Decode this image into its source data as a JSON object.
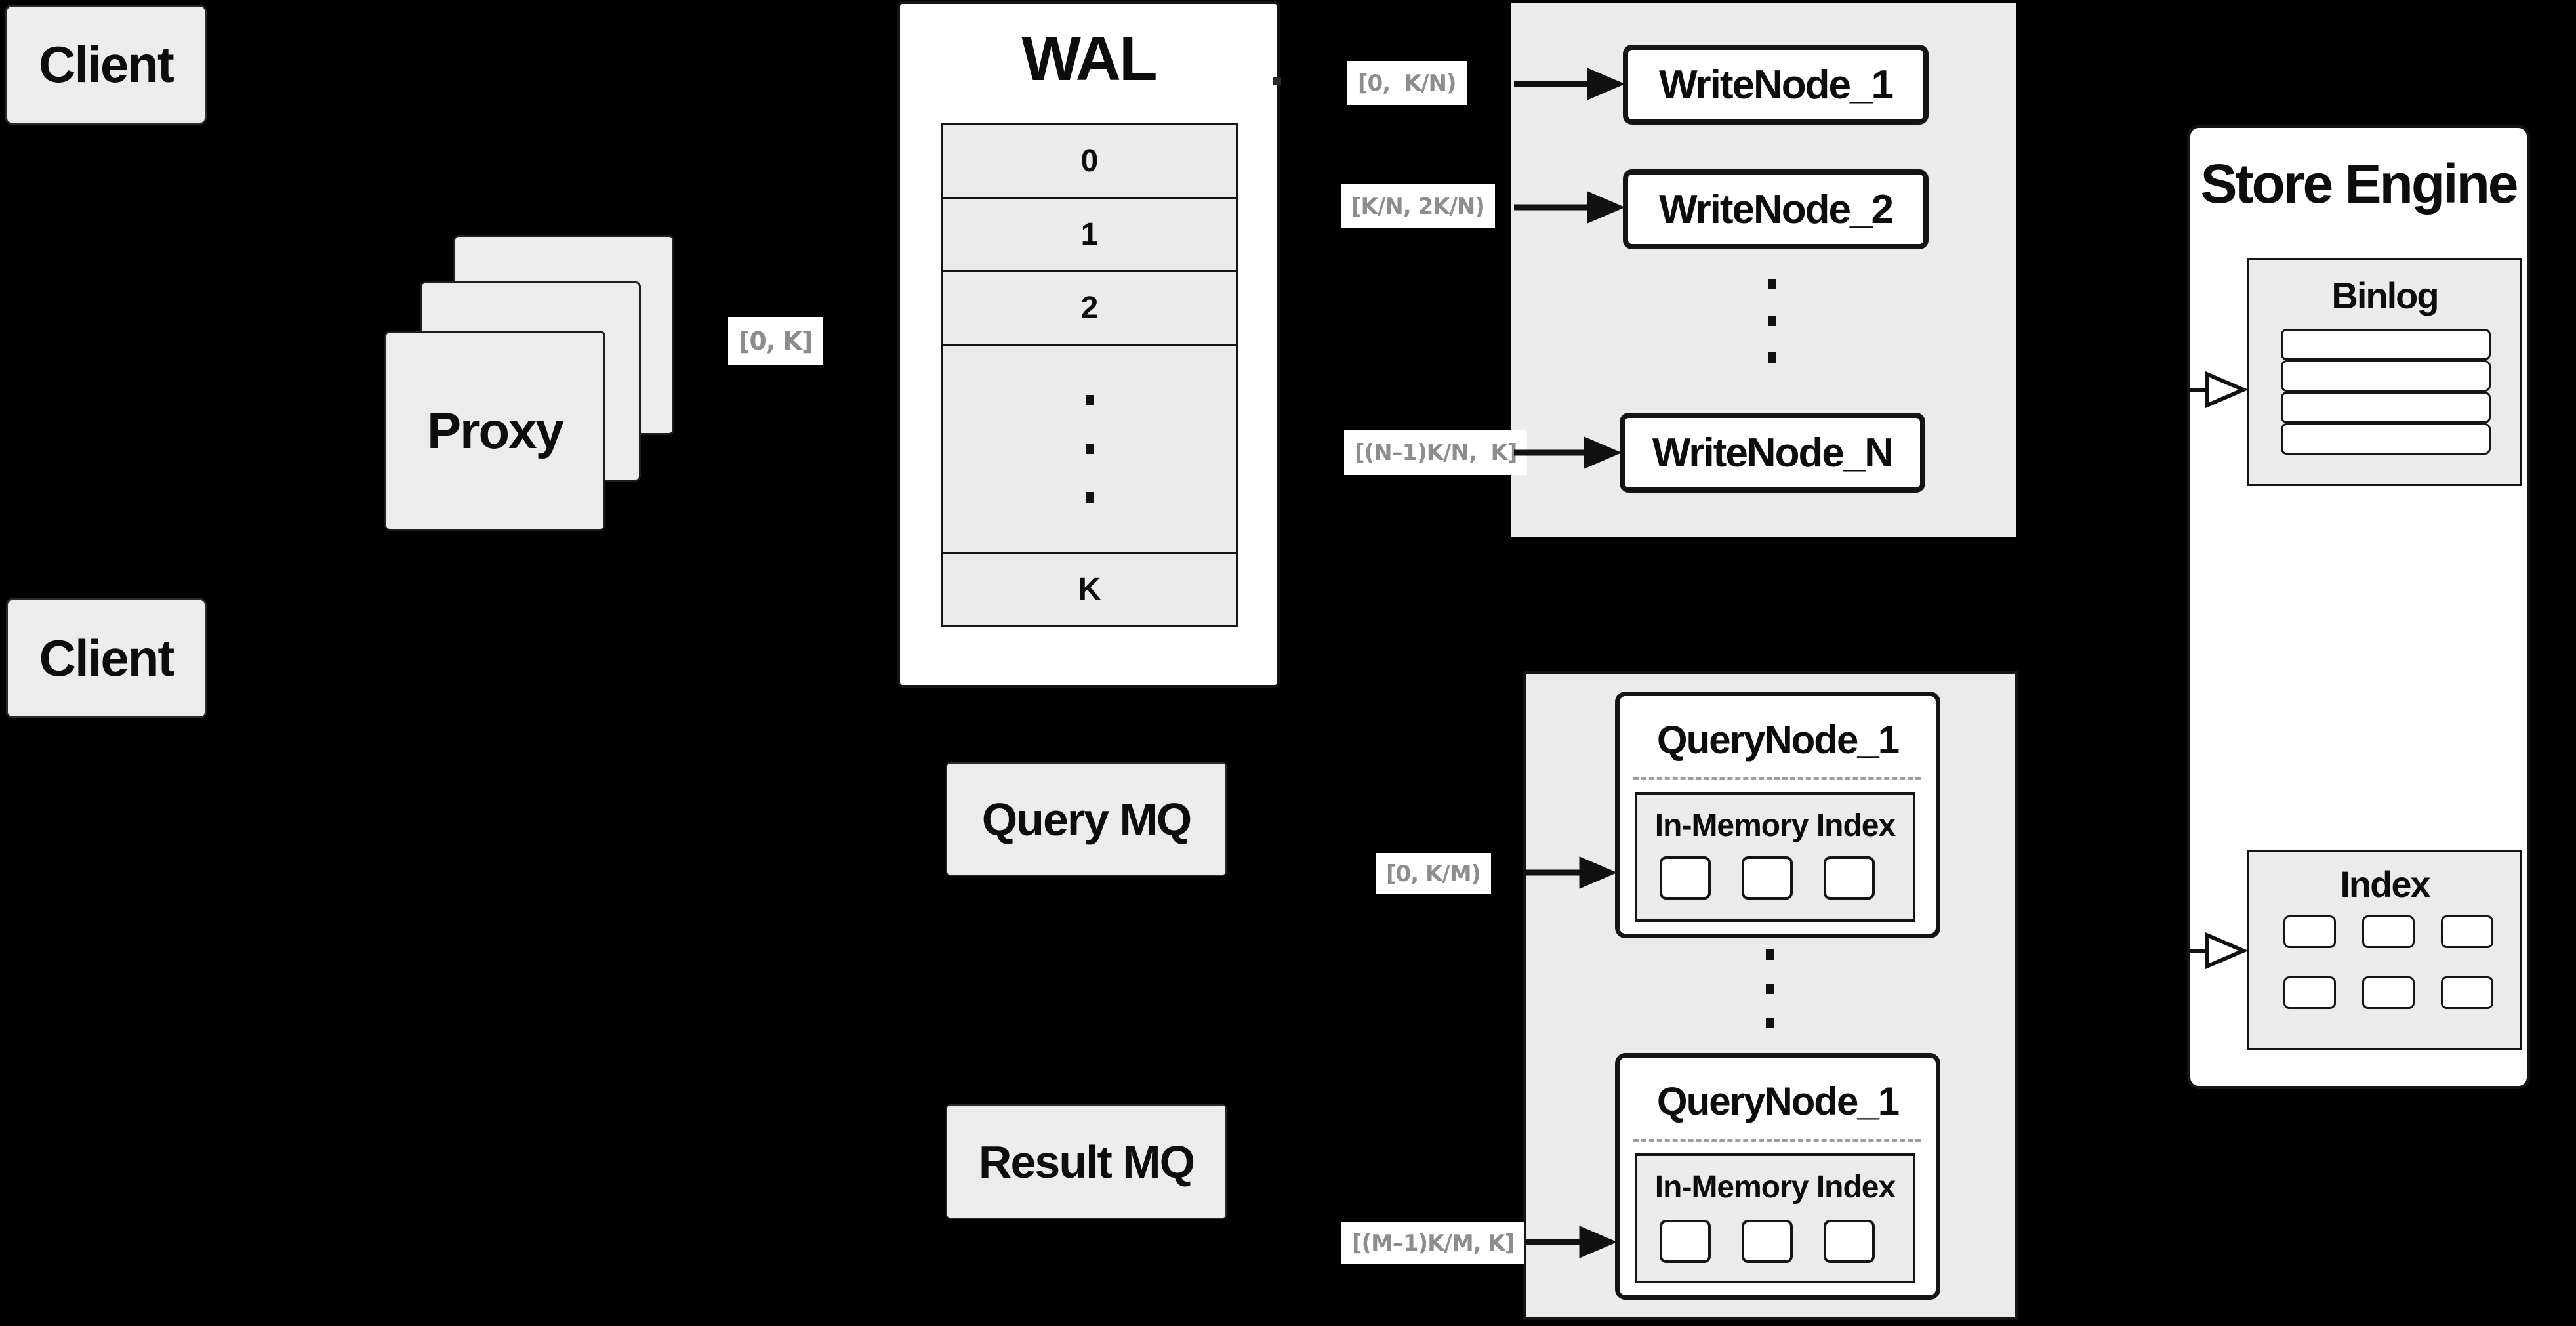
{
  "colors": {
    "background": "#000000",
    "panel_gray": "#ebebeb",
    "box_gray": "#ececec",
    "box_white": "#ffffff",
    "line_black": "#141414",
    "chip_text_gray": "#8d8d8d",
    "dash_gray": "#9e9e9e"
  },
  "clients": {
    "top": "Client",
    "bottom": "Client"
  },
  "proxy": {
    "label": "Proxy",
    "range": "[0, K]"
  },
  "wal": {
    "title": "WAL",
    "segments": [
      "0",
      "1",
      "2"
    ],
    "last_segment": "K"
  },
  "write_section": {
    "ranges": [
      "[0,  K/N)",
      "[K/N, 2K/N)",
      "[(N–1)K/N,  K]"
    ],
    "nodes": [
      "WriteNode_1",
      "WriteNode_2",
      "WriteNode_N"
    ]
  },
  "store_engine": {
    "title": "Store Engine",
    "binlog_title": "Binlog",
    "index_title": "Index"
  },
  "mq": {
    "query": "Query MQ",
    "result": "Result MQ"
  },
  "query_section": {
    "ranges": [
      "[0, K/M)",
      "[(M–1)K/M, K]"
    ],
    "nodes": [
      {
        "title": "QueryNode_1",
        "panel_title": "In-Memory Index"
      },
      {
        "title": "QueryNode_1",
        "panel_title": "In-Memory Index"
      }
    ]
  }
}
